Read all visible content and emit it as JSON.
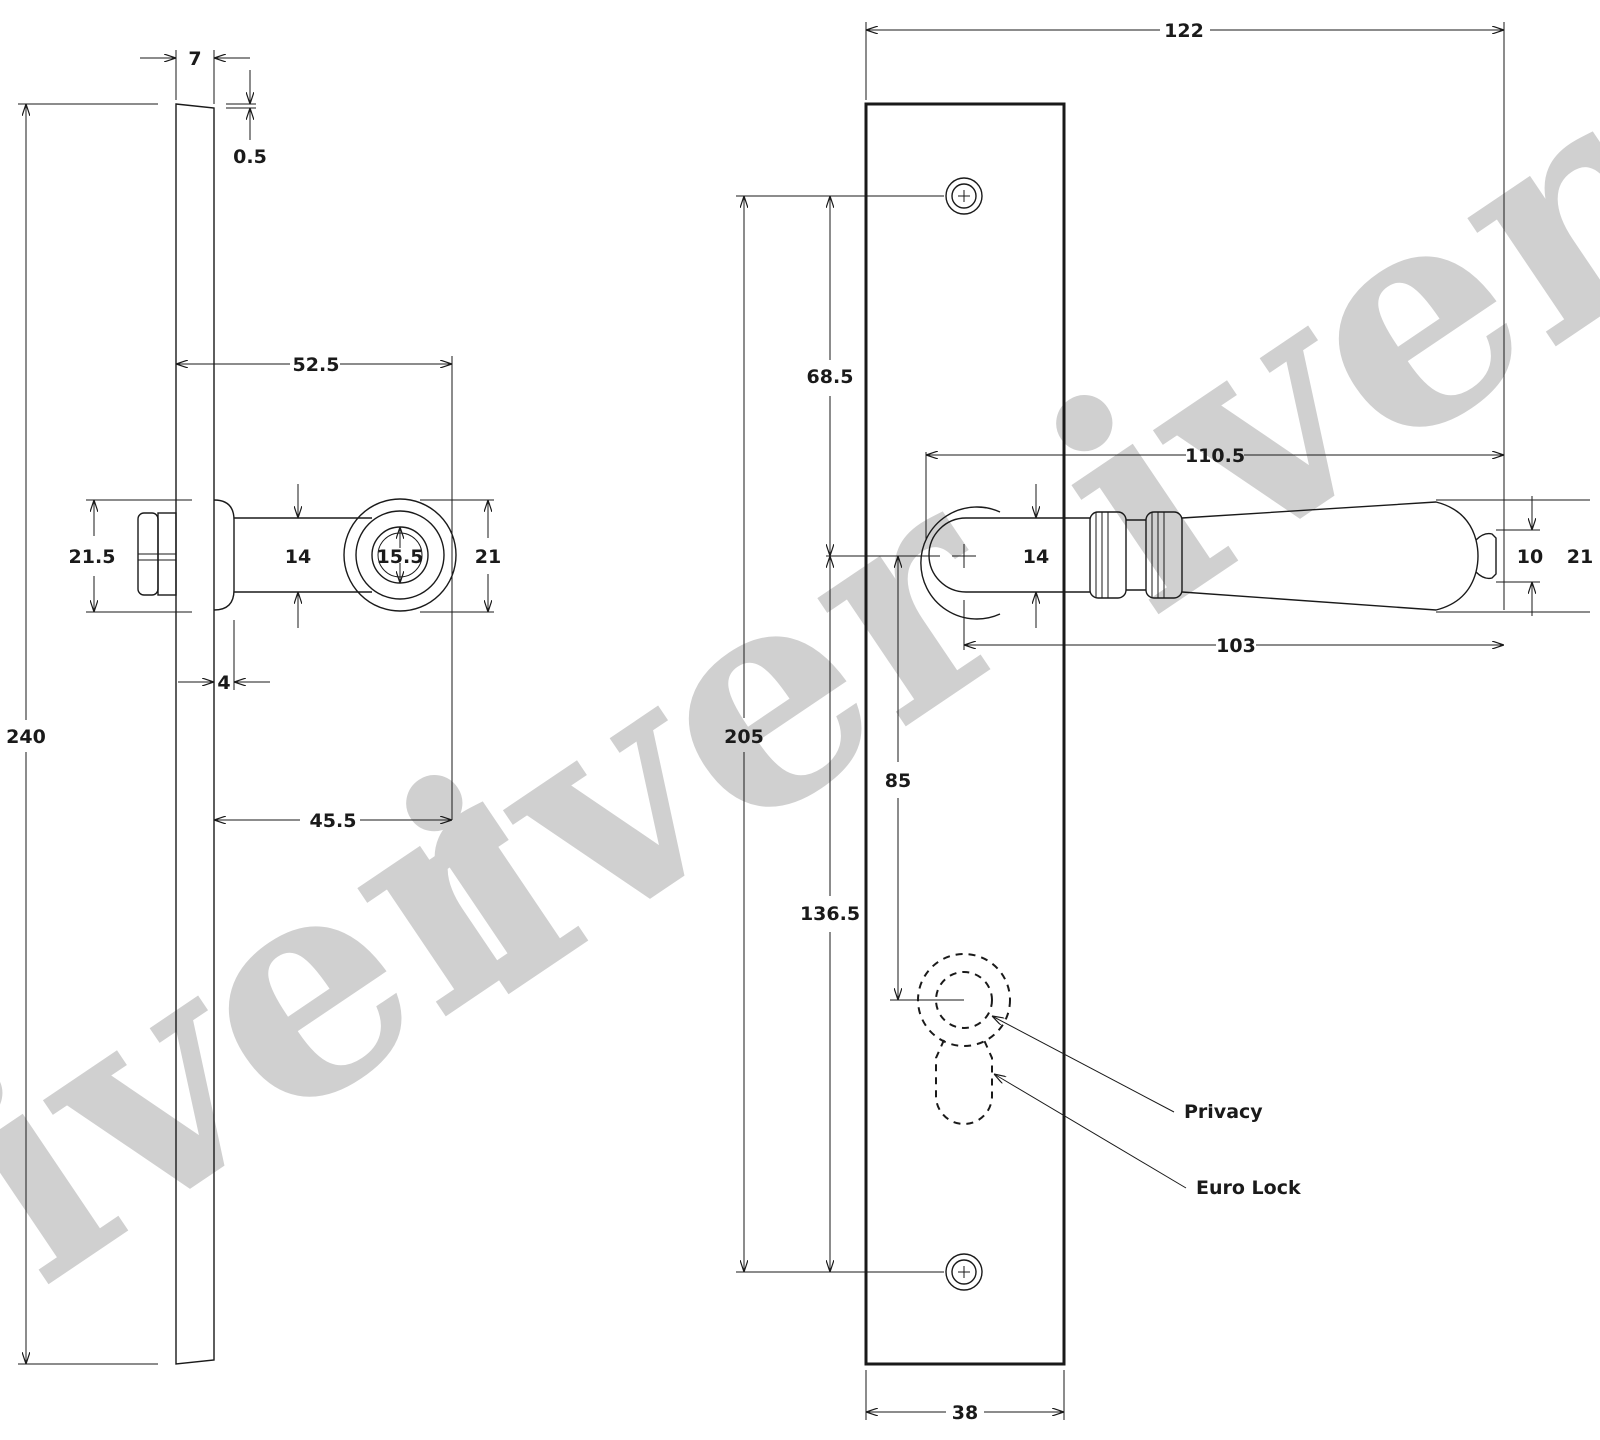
{
  "watermark": "iver",
  "side_view": {
    "dims": {
      "thickness": "7",
      "taper": "0.5",
      "height": "240",
      "projection_outer": "52.5",
      "projection_inner": "45.5",
      "rose_height": "21.5",
      "lever_thickness": "14",
      "boss_diameter": "15.5",
      "end_height": "21",
      "rose_depth": "4"
    }
  },
  "front_view": {
    "dims": {
      "plate_width": "122",
      "lever_length": "110.5",
      "lever_reach": "103",
      "lever_thickness": "14",
      "tip_height": "10",
      "end_height": "21",
      "top_to_spindle": "68.5",
      "screw_centres": "205",
      "spindle_to_screw": "136.5",
      "spindle_to_lock": "85",
      "backplate_width": "38"
    },
    "labels": {
      "privacy": "Privacy",
      "euro_lock": "Euro Lock"
    }
  }
}
